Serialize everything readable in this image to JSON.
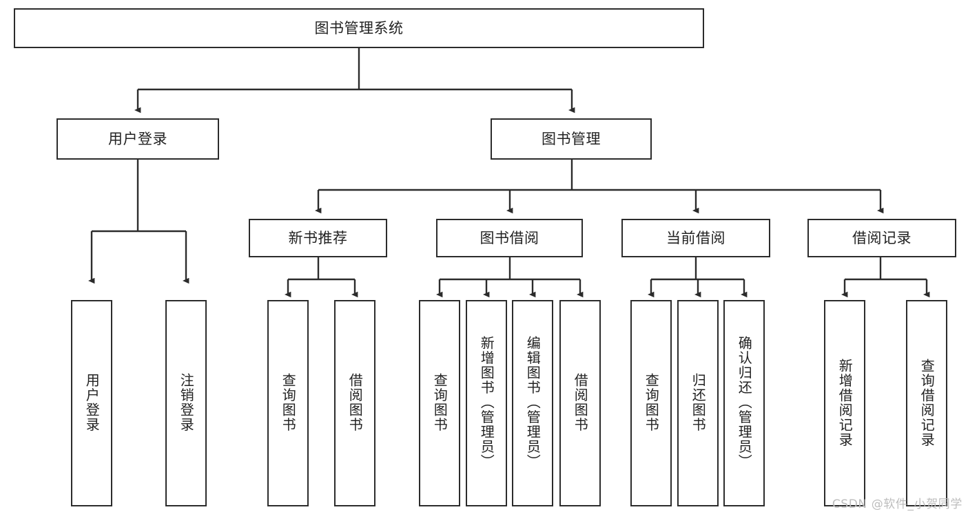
{
  "diagram": {
    "title": "图书管理系统",
    "stroke_color": "#2b2b2b",
    "text_color": "#222222",
    "background": "#ffffff",
    "root": {
      "label": "图书管理系统"
    },
    "level2": [
      {
        "label": "用户登录"
      },
      {
        "label": "图书管理"
      }
    ],
    "level3": [
      {
        "label": "新书推荐"
      },
      {
        "label": "图书借阅"
      },
      {
        "label": "当前借阅"
      },
      {
        "label": "借阅记录"
      }
    ],
    "leaves": {
      "user_login": [
        {
          "label": "用户登录"
        },
        {
          "label": "注销登录"
        }
      ],
      "new_book_recommend": [
        {
          "label": "查询图书"
        },
        {
          "label": "借阅图书"
        }
      ],
      "book_borrow": [
        {
          "label": "查询图书"
        },
        {
          "label": "新增图书（管理员）"
        },
        {
          "label": "编辑图书（管理员）"
        },
        {
          "label": "借阅图书"
        }
      ],
      "current_borrow": [
        {
          "label": "查询图书"
        },
        {
          "label": "归还图书"
        },
        {
          "label": "确认归还（管理员）"
        }
      ],
      "borrow_record": [
        {
          "label": "新增借阅记录"
        },
        {
          "label": "查询借阅记录"
        }
      ]
    }
  },
  "watermark": {
    "text": "CSDN @软件_小贺同学",
    "color": "#bdbdbd"
  }
}
